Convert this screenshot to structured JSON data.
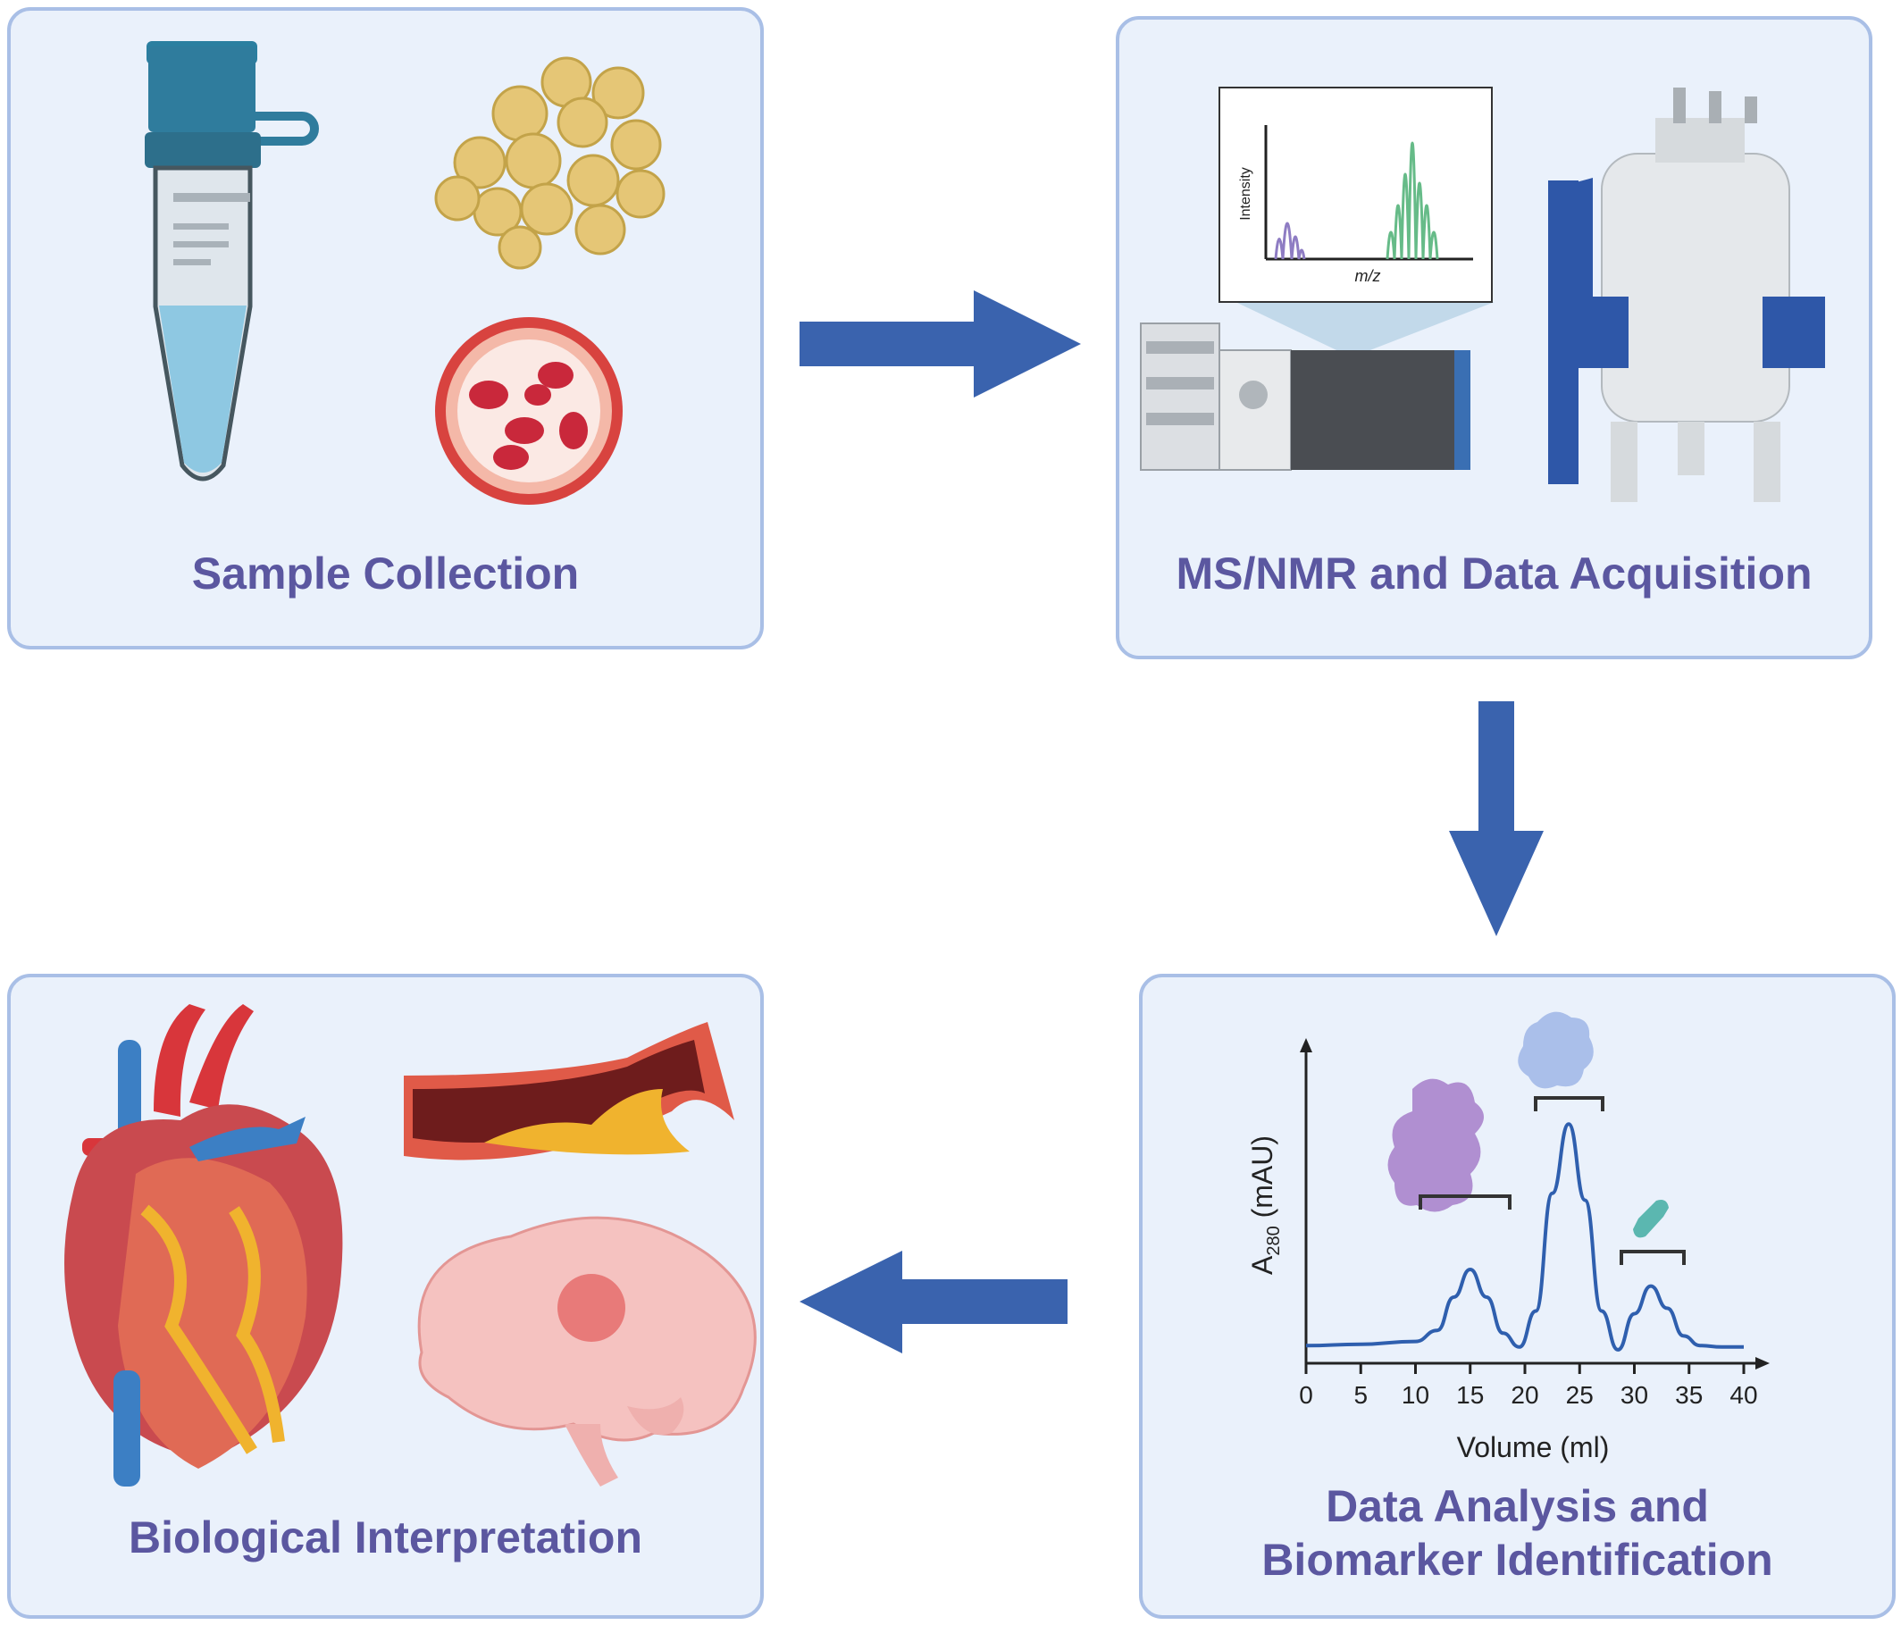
{
  "panels": {
    "sample_collection": {
      "title": "Sample Collection"
    },
    "acquisition": {
      "title": "MS/NMR and Data Acquisition"
    },
    "analysis": {
      "title_line1": "Data Analysis and",
      "title_line2": "Biomarker Identification"
    },
    "interpretation": {
      "title": "Biological Interpretation"
    }
  },
  "ms_spectrum": {
    "ylabel": "Intensity",
    "xlabel": "m/z"
  },
  "colors": {
    "arrow": "#3a63ae",
    "panel_bg": "#eaf1fb",
    "panel_border": "#a9bfe6",
    "title": "#5b57a0",
    "curve": "#2f5fae"
  },
  "chart_data": {
    "type": "line",
    "xlabel": "Volume (ml)",
    "ylabel": "A280 (mAU)",
    "ylabel_main": "A",
    "ylabel_sub": "280",
    "ylabel_rest": " (mAU)",
    "xlim": [
      0,
      40
    ],
    "xticks": [
      "0",
      "5",
      "10",
      "15",
      "20",
      "25",
      "30",
      "35",
      "40"
    ],
    "series": [
      {
        "x": [
          0,
          5,
          10,
          12,
          13.5,
          15,
          16.5,
          18,
          19.5,
          21,
          22.5,
          24,
          25.5,
          27,
          28.5,
          30,
          31.5,
          33,
          34.5,
          36,
          38,
          40
        ],
        "y": [
          5,
          6,
          8,
          16,
          40,
          60,
          40,
          14,
          4,
          30,
          115,
          165,
          110,
          30,
          2,
          28,
          48,
          32,
          12,
          5,
          4,
          4
        ]
      }
    ],
    "grid": false
  }
}
